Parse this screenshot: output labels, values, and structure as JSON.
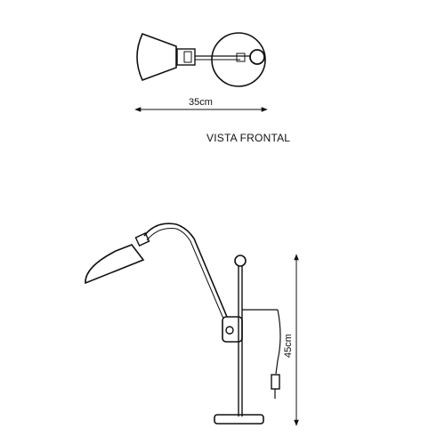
{
  "top_view": {
    "width_label": "35cm"
  },
  "view_title": "VISTA FRONTAL",
  "front_view": {
    "height_label": "45cm"
  },
  "colors": {
    "ink": "#111111",
    "background": "#ffffff"
  }
}
